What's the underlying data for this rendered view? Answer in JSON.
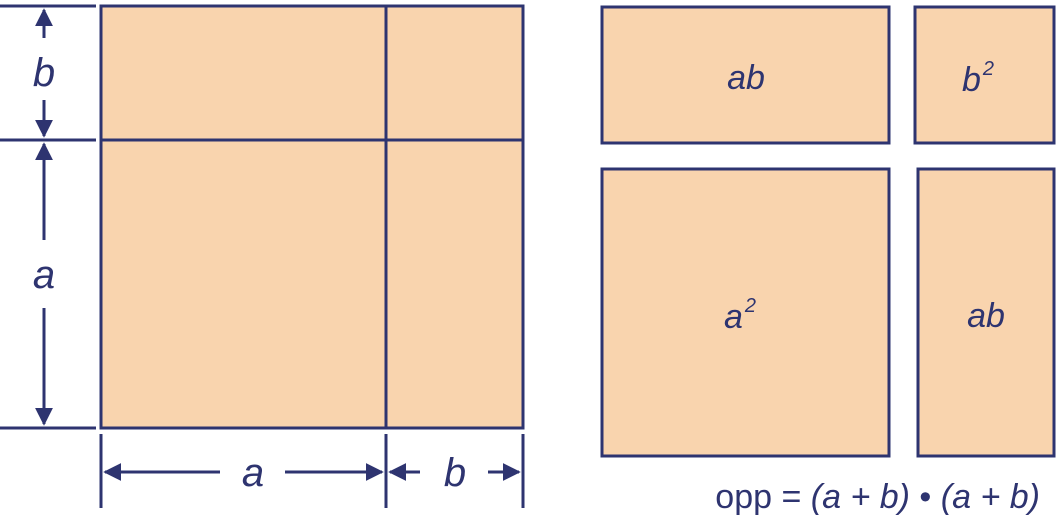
{
  "colors": {
    "fill": "#f9d4ae",
    "stroke": "#2e3470"
  },
  "dimensions": {
    "side_b": "b",
    "side_a": "a",
    "bottom_a": "a",
    "bottom_b": "b"
  },
  "pieces": {
    "top_left": {
      "base": "ab",
      "exp": ""
    },
    "top_right": {
      "base": "b",
      "exp": "2"
    },
    "bottom_left": {
      "base": "a",
      "exp": "2"
    },
    "bottom_right": {
      "base": "ab",
      "exp": ""
    }
  },
  "formula": {
    "word": "opp",
    "eq": " = ",
    "factor1": "(a + b)",
    "dot": " • ",
    "factor2": "(a + b)"
  }
}
